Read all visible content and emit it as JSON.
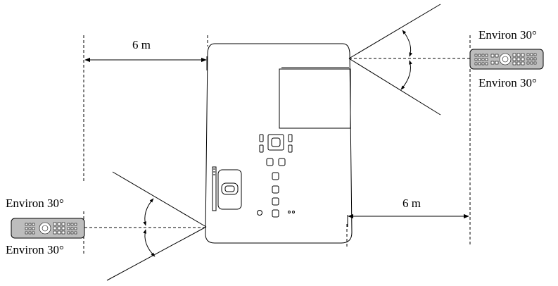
{
  "labels": {
    "distance_top": "6 m",
    "distance_bottom": "6 m",
    "angle_top_right_upper": "Environ 30°",
    "angle_top_right_lower": "Environ 30°",
    "angle_bottom_left_upper": "Environ 30°",
    "angle_bottom_left_lower": "Environ 30°"
  },
  "icons": {
    "projector": "projector-top-view-icon",
    "remote": "remote-control-icon"
  },
  "colors": {
    "line": "#000000",
    "remote_body": "#bdbdbd",
    "background": "#ffffff"
  }
}
